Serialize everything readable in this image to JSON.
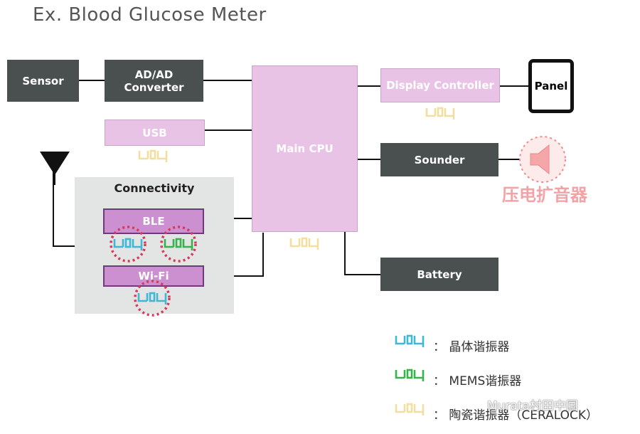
{
  "title": "Ex. Blood Glucose Meter",
  "blocks": {
    "sensor": "Sensor",
    "adc_line1": "AD/AD",
    "adc_line2": "Converter",
    "usb": "USB",
    "main_cpu": "Main CPU",
    "display_controller": "Display Controller",
    "panel": "Panel",
    "sounder": "Sounder",
    "battery": "Battery",
    "connectivity": "Connectivity",
    "ble": "BLE",
    "wifi": "Wi-Fi"
  },
  "buzzer_label": "压电扩音器",
  "legend": [
    {
      "text": "：  晶体谐振器",
      "color": "#3fb8d6",
      "icon": "resonator-icon"
    },
    {
      "text": "：  MEMS谐振器",
      "color": "#36b34a",
      "icon": "resonator-icon"
    },
    {
      "text": "：  陶瓷谐振器（CERALOCK）",
      "color": "#f2dfa0",
      "icon": "resonator-icon"
    }
  ],
  "watermark": "Murata村田中国",
  "colors": {
    "dark_block": "#4a5050",
    "pink_block": "#e8c3e6",
    "highlight_circle": "#d63a5a",
    "crystal": "#3fb8d6",
    "mems": "#36b34a",
    "ceramic": "#f2dfa0"
  }
}
